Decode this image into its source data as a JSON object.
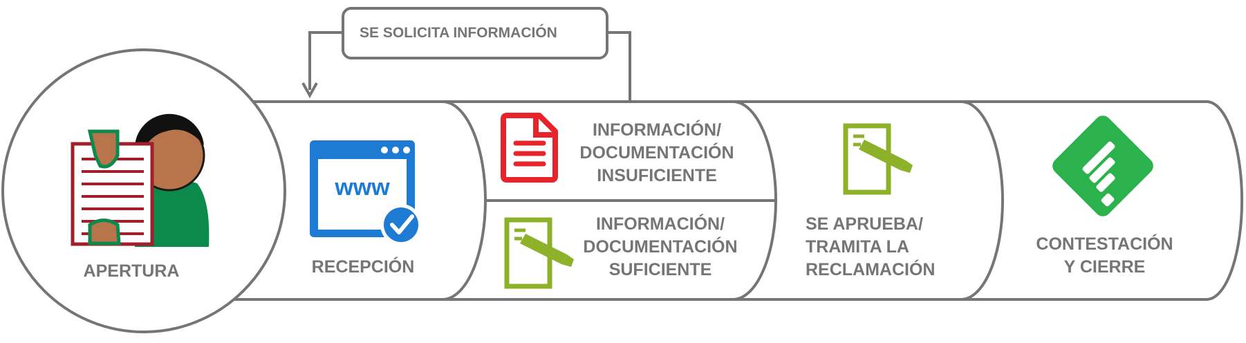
{
  "diagram": {
    "feedback_label": "SE SOLICITA INFORMACIÓN",
    "stages": [
      {
        "id": "apertura",
        "label": "APERTURA",
        "icon": "person-form-icon"
      },
      {
        "id": "recepcion",
        "label": "RECEPCIÓN",
        "icon": "www-browser-check-icon"
      },
      {
        "id": "insuficiente",
        "lines": [
          "INFORMACIÓN/",
          "DOCUMENTACIÓN",
          "INSUFICIENTE"
        ],
        "icon": "red-document-icon"
      },
      {
        "id": "suficiente",
        "lines": [
          "INFORMACIÓN/",
          "DOCUMENTACIÓN",
          "SUFICIENTE"
        ],
        "icon": "green-document-pen-icon"
      },
      {
        "id": "aprueba",
        "lines": [
          "SE APRUEBA/",
          "TRAMITA LA",
          "RECLAMACIÓN"
        ],
        "icon": "green-document-pen-icon"
      },
      {
        "id": "cierre",
        "lines": [
          "CONTESTACIÓN",
          "Y CIERRE"
        ],
        "icon": "green-diamond-feed-icon"
      }
    ],
    "colors": {
      "outline": "#757575",
      "text": "#757575",
      "red_icon": "#e8232a",
      "green_icon": "#8db128",
      "blue_icon": "#1d7bd4",
      "green_diamond": "#2bb24c",
      "skin": "#b8744a",
      "shirt": "#0c8a4c",
      "form_red": "#a01f2a"
    }
  }
}
